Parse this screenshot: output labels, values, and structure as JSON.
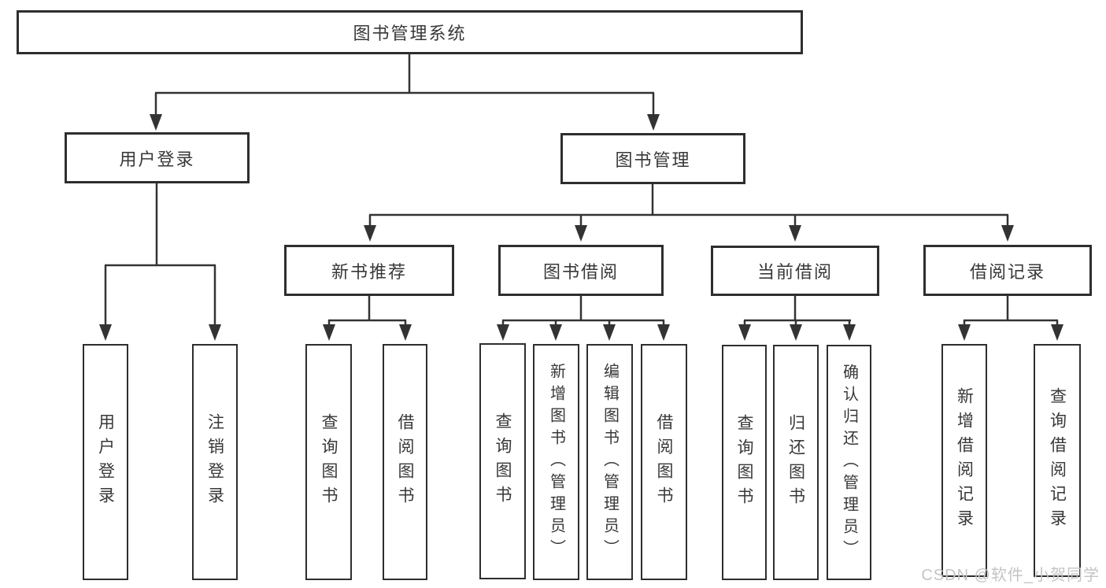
{
  "diagram": {
    "root": {
      "label": "图书管理系统"
    },
    "branches": [
      {
        "label": "用户登录",
        "children": [
          {
            "label": "用户登录"
          },
          {
            "label": "注销登录"
          }
        ]
      },
      {
        "label": "图书管理",
        "children": [
          {
            "label": "新书推荐",
            "children": [
              {
                "label": "查询图书"
              },
              {
                "label": "借阅图书"
              }
            ]
          },
          {
            "label": "图书借阅",
            "children": [
              {
                "label": "查询图书"
              },
              {
                "label": "新增图书（管理员）"
              },
              {
                "label": "编辑图书（管理员）"
              },
              {
                "label": "借阅图书"
              }
            ]
          },
          {
            "label": "当前借阅",
            "children": [
              {
                "label": "查询图书"
              },
              {
                "label": "归还图书"
              },
              {
                "label": "确认归还（管理员）"
              }
            ]
          },
          {
            "label": "借阅记录",
            "children": [
              {
                "label": "新增借阅记录"
              },
              {
                "label": "查询借阅记录"
              }
            ]
          }
        ]
      }
    ]
  },
  "watermark": {
    "text": "CSDN @软件_小贺同学"
  },
  "colors": {
    "line": "#333333",
    "border": "#2e2e2e",
    "text": "#383838",
    "watermark": "#c4c4c4",
    "background": "#ffffff"
  }
}
